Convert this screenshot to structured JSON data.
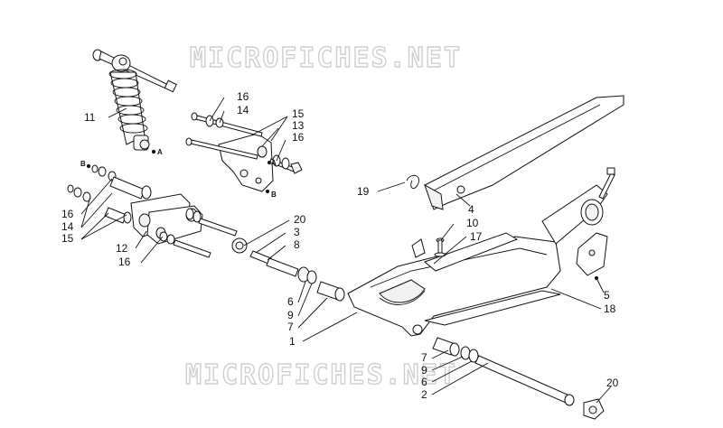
{
  "watermarks": [
    "MICROFICHES.NET",
    "MICROFICHES.NET"
  ],
  "labels": {
    "l11": "11",
    "l16a": "16",
    "l14a": "14",
    "l15a": "15",
    "l13": "13",
    "l16b": "16",
    "l16c": "16",
    "l14b": "14",
    "l15b": "15",
    "l12": "12",
    "l16d": "16",
    "l20a": "20",
    "l3": "3",
    "l8": "8",
    "l6a": "6",
    "l9a": "9",
    "l7a": "7",
    "l1": "1",
    "l19": "19",
    "l4": "4",
    "l10": "10",
    "l17": "17",
    "l5": "5",
    "l18": "18",
    "l7b": "7",
    "l9b": "9",
    "l6b": "6",
    "l2": "2",
    "l20b": "20"
  },
  "markers": {
    "mA1": "A",
    "mA2": "A",
    "mB1": "B",
    "mB2": "B"
  }
}
